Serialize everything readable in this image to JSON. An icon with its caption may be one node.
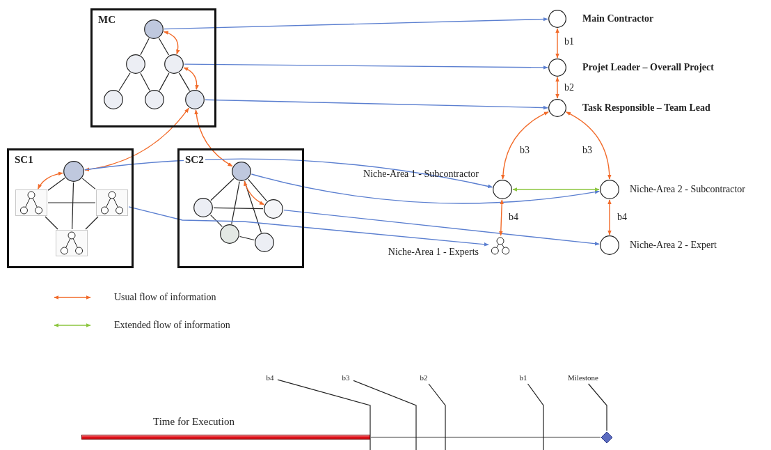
{
  "diagram": {
    "nodes": [
      {
        "text": [
          "MC"
        ]
      },
      {
        "text": [],
        "shape": "circle",
        "in": 0
      },
      {
        "text": [],
        "shape": "circle",
        "in": 0
      },
      {
        "text": [],
        "shape": "circle",
        "in": 0
      },
      {
        "text": [],
        "shape": "circle",
        "in": 0
      },
      {
        "text": [],
        "shape": "circle",
        "in": 0
      },
      {
        "text": [],
        "shape": "circle",
        "in": 0
      },
      {
        "text": [
          "SC1"
        ]
      },
      {
        "text": [],
        "shape": "circle",
        "in": 7
      },
      {
        "text": [],
        "shape": "box",
        "in": 7
      },
      {
        "text": [],
        "shape": "box",
        "in": 7
      },
      {
        "text": [],
        "shape": "box",
        "in": 7
      },
      {
        "text": [
          "SC2"
        ]
      },
      {
        "text": [],
        "shape": "circle",
        "in": 12
      },
      {
        "text": [],
        "shape": "circle",
        "in": 12
      },
      {
        "text": [],
        "shape": "circle",
        "in": 12
      },
      {
        "text": [],
        "shape": "circle",
        "in": 12
      },
      {
        "text": [],
        "shape": "circle",
        "in": 12
      },
      {
        "text": [],
        "shape": "circle",
        "beside": [
          "Main Contractor"
        ]
      },
      {
        "text": [],
        "shape": "circle",
        "beside": [
          "Projet Leader – Overall Project"
        ]
      },
      {
        "text": [],
        "shape": "circle",
        "beside": [
          "Task Responsible – Team Lead"
        ]
      },
      {
        "text": [],
        "shape": "circle",
        "beside": [
          "Niche-Area 1 - Subcontractor"
        ]
      },
      {
        "text": [],
        "shape": "circle",
        "beside": [
          "Niche-Area 2 - Subcontractor"
        ]
      },
      {
        "text": [],
        "shape": "tree",
        "beside": [
          "Niche-Area 1 - Experts"
        ]
      },
      {
        "text": [],
        "shape": "circle",
        "beside": [
          "Niche-Area 2 - Expert"
        ]
      },
      {
        "text": [
          "b4"
        ]
      },
      {
        "text": [
          "b3"
        ]
      },
      {
        "text": [
          "b2"
        ]
      },
      {
        "text": [
          "b1"
        ]
      },
      {
        "text": [
          "Milestone"
        ]
      },
      {
        "text": [],
        "shape": "diamond"
      },
      {
        "text": [],
        "shape": "bar"
      }
    ],
    "edges": [
      {
        "from": 1,
        "to": 2,
        "arrow": "none"
      },
      {
        "from": 1,
        "to": 3,
        "arrow": "none"
      },
      {
        "from": 2,
        "to": 4,
        "arrow": "none"
      },
      {
        "from": 2,
        "to": 5,
        "arrow": "none"
      },
      {
        "from": 3,
        "to": 5,
        "arrow": "none"
      },
      {
        "from": 3,
        "to": 6,
        "arrow": "none"
      },
      {
        "from": 1,
        "to": 3,
        "arrow": "both",
        "color": "#f26b2a"
      },
      {
        "from": 3,
        "to": 6,
        "arrow": "both",
        "color": "#f26b2a"
      },
      {
        "from": 1,
        "to": 18,
        "arrow": "to",
        "color": "#5b7fd0"
      },
      {
        "from": 3,
        "to": 19,
        "arrow": "to",
        "color": "#5b7fd0"
      },
      {
        "from": 6,
        "to": 20,
        "arrow": "to",
        "color": "#5b7fd0"
      },
      {
        "from": 6,
        "to": 8,
        "arrow": "both",
        "color": "#f26b2a"
      },
      {
        "from": 6,
        "to": 13,
        "arrow": "both",
        "color": "#f26b2a"
      },
      {
        "from": 8,
        "to": 9,
        "arrow": "none"
      },
      {
        "from": 8,
        "to": 10,
        "arrow": "none"
      },
      {
        "from": 8,
        "to": 11,
        "arrow": "none"
      },
      {
        "from": 9,
        "to": 10,
        "arrow": "none"
      },
      {
        "from": 9,
        "to": 11,
        "arrow": "none"
      },
      {
        "from": 10,
        "to": 11,
        "arrow": "none"
      },
      {
        "from": 8,
        "to": 9,
        "arrow": "both",
        "color": "#f26b2a"
      },
      {
        "from": 13,
        "to": 14,
        "arrow": "none"
      },
      {
        "from": 13,
        "to": 15,
        "arrow": "none"
      },
      {
        "from": 13,
        "to": 16,
        "arrow": "none"
      },
      {
        "from": 13,
        "to": 17,
        "arrow": "none"
      },
      {
        "from": 14,
        "to": 15,
        "arrow": "none"
      },
      {
        "from": 14,
        "to": 16,
        "arrow": "none"
      },
      {
        "from": 16,
        "to": 17,
        "arrow": "none"
      },
      {
        "from": 13,
        "to": 15,
        "arrow": "both",
        "color": "#f26b2a"
      },
      {
        "from": 8,
        "to": 21,
        "arrow": "to",
        "color": "#5b7fd0"
      },
      {
        "from": 13,
        "to": 22,
        "arrow": "to",
        "color": "#5b7fd0"
      },
      {
        "from": 10,
        "to": 23,
        "arrow": "to",
        "color": "#5b7fd0"
      },
      {
        "from": 15,
        "to": 24,
        "arrow": "to",
        "color": "#5b7fd0"
      },
      {
        "from": 18,
        "to": 19,
        "arrow": "both",
        "label": "b1",
        "color": "#f26b2a"
      },
      {
        "from": 19,
        "to": 20,
        "arrow": "both",
        "label": "b2",
        "color": "#f26b2a"
      },
      {
        "from": 20,
        "to": 21,
        "arrow": "both",
        "label": "b3",
        "color": "#f26b2a"
      },
      {
        "from": 20,
        "to": 22,
        "arrow": "both",
        "label": "b3",
        "color": "#f26b2a"
      },
      {
        "from": 21,
        "to": 22,
        "arrow": "both",
        "color": "#8cc63f"
      },
      {
        "from": 21,
        "to": 23,
        "arrow": "both",
        "label": "b4",
        "color": "#f26b2a"
      },
      {
        "from": 22,
        "to": 24,
        "arrow": "both",
        "label": "b4",
        "color": "#f26b2a"
      },
      {
        "from": 25,
        "to": null,
        "arrow": "none"
      },
      {
        "from": 26,
        "to": null,
        "arrow": "none"
      },
      {
        "from": 27,
        "to": null,
        "arrow": "none"
      },
      {
        "from": 28,
        "to": null,
        "arrow": "none"
      },
      {
        "from": 29,
        "to": 30,
        "arrow": "none"
      },
      {
        "from": 31,
        "to": 30,
        "arrow": "none"
      }
    ],
    "labels": [
      "Time for Execution"
    ],
    "legend": [
      {
        "text": "Usual flow of information"
      },
      {
        "text": "Extended flow of information"
      }
    ]
  }
}
